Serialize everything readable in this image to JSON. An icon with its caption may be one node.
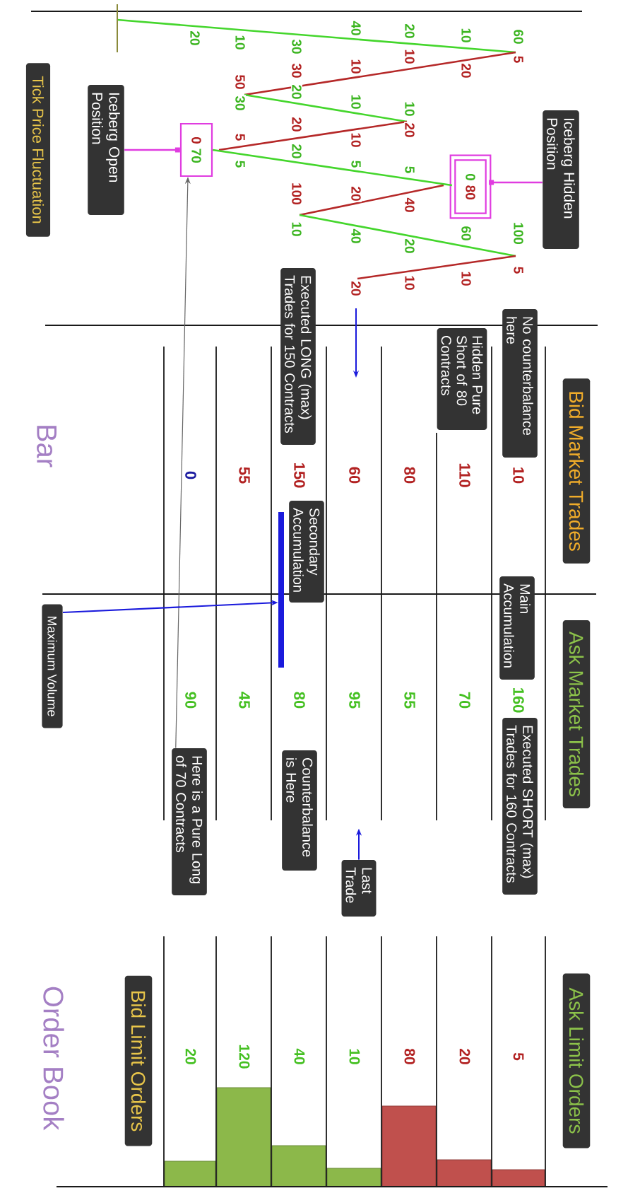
{
  "diagram": {
    "nodes": [
      {
        "text": [
          "Iceberg Hidden Position"
        ]
      },
      {
        "text": [
          "Bid Market Trades"
        ]
      },
      {
        "text": [
          "Ask Market Trades"
        ]
      },
      {
        "text": [
          "Ask Limit Orders"
        ]
      },
      {
        "text": [
          "No counterbalance here"
        ]
      },
      {
        "text": [
          "Main Accumulation"
        ]
      },
      {
        "text": [
          "Executed SHORT (max) Trades for 160 Contracts"
        ]
      },
      {
        "text": [
          "0",
          "80"
        ]
      },
      {
        "text": [
          "Hidden Pure Short of 80 Contracts"
        ]
      },
      {
        "text": [
          "Last Trade"
        ]
      },
      {
        "text": [
          "Executed LONG (max) Trades for 150 Contracts"
        ]
      },
      {
        "text": [
          "Secondary Accumulation"
        ]
      },
      {
        "text": [
          "Counterbalance is Here"
        ]
      },
      {
        "text": [],
        "shape": "bar"
      },
      {
        "text": [
          "0",
          "70"
        ]
      },
      {
        "text": [
          "Here is a Pure Long of 70 Contracts"
        ]
      },
      {
        "text": [
          "Bid Limit Orders"
        ]
      },
      {
        "text": [
          "Iceberg Open Position"
        ]
      },
      {
        "text": [
          "Maximum Volume"
        ]
      },
      {
        "text": [
          "Tick Price Fluctuation"
        ]
      }
    ],
    "edges": [
      {
        "from": 0,
        "to": 7,
        "arrow": "other",
        "color": "#e03ce0"
      },
      {
        "from": 17,
        "to": 14,
        "arrow": "other",
        "color": "#e03ce0"
      },
      {
        "from": 15,
        "to": 14,
        "arrow": "to",
        "color": "#666666"
      },
      {
        "from": 18,
        "to": 13,
        "arrow": "to",
        "color": "#1a1adc"
      },
      {
        "from": 9,
        "to": null,
        "arrow": "to",
        "color": "#1a1adc"
      },
      {
        "from": 14,
        "to": 7,
        "arrow": "none",
        "color": "#44d62c"
      }
    ],
    "labels": [
      "60",
      "5",
      "100",
      "5",
      "10",
      "20",
      "60",
      "10",
      "20",
      "10",
      "10",
      "20",
      "5",
      "40",
      "20",
      "10",
      "40",
      "10",
      "10",
      "10",
      "5",
      "20",
      "40",
      "20",
      "30",
      "30",
      "20",
      "20",
      "20",
      "100",
      "10",
      "10",
      "50",
      "30",
      "5",
      "5",
      "20",
      "10",
      "160",
      "5",
      "110",
      "70",
      "20",
      "80",
      "55",
      "80",
      "60",
      "95",
      "10",
      "150",
      "80",
      "40",
      "55",
      "45",
      "120",
      "0",
      "90",
      "20",
      "Bar",
      "Order Book"
    ]
  }
}
